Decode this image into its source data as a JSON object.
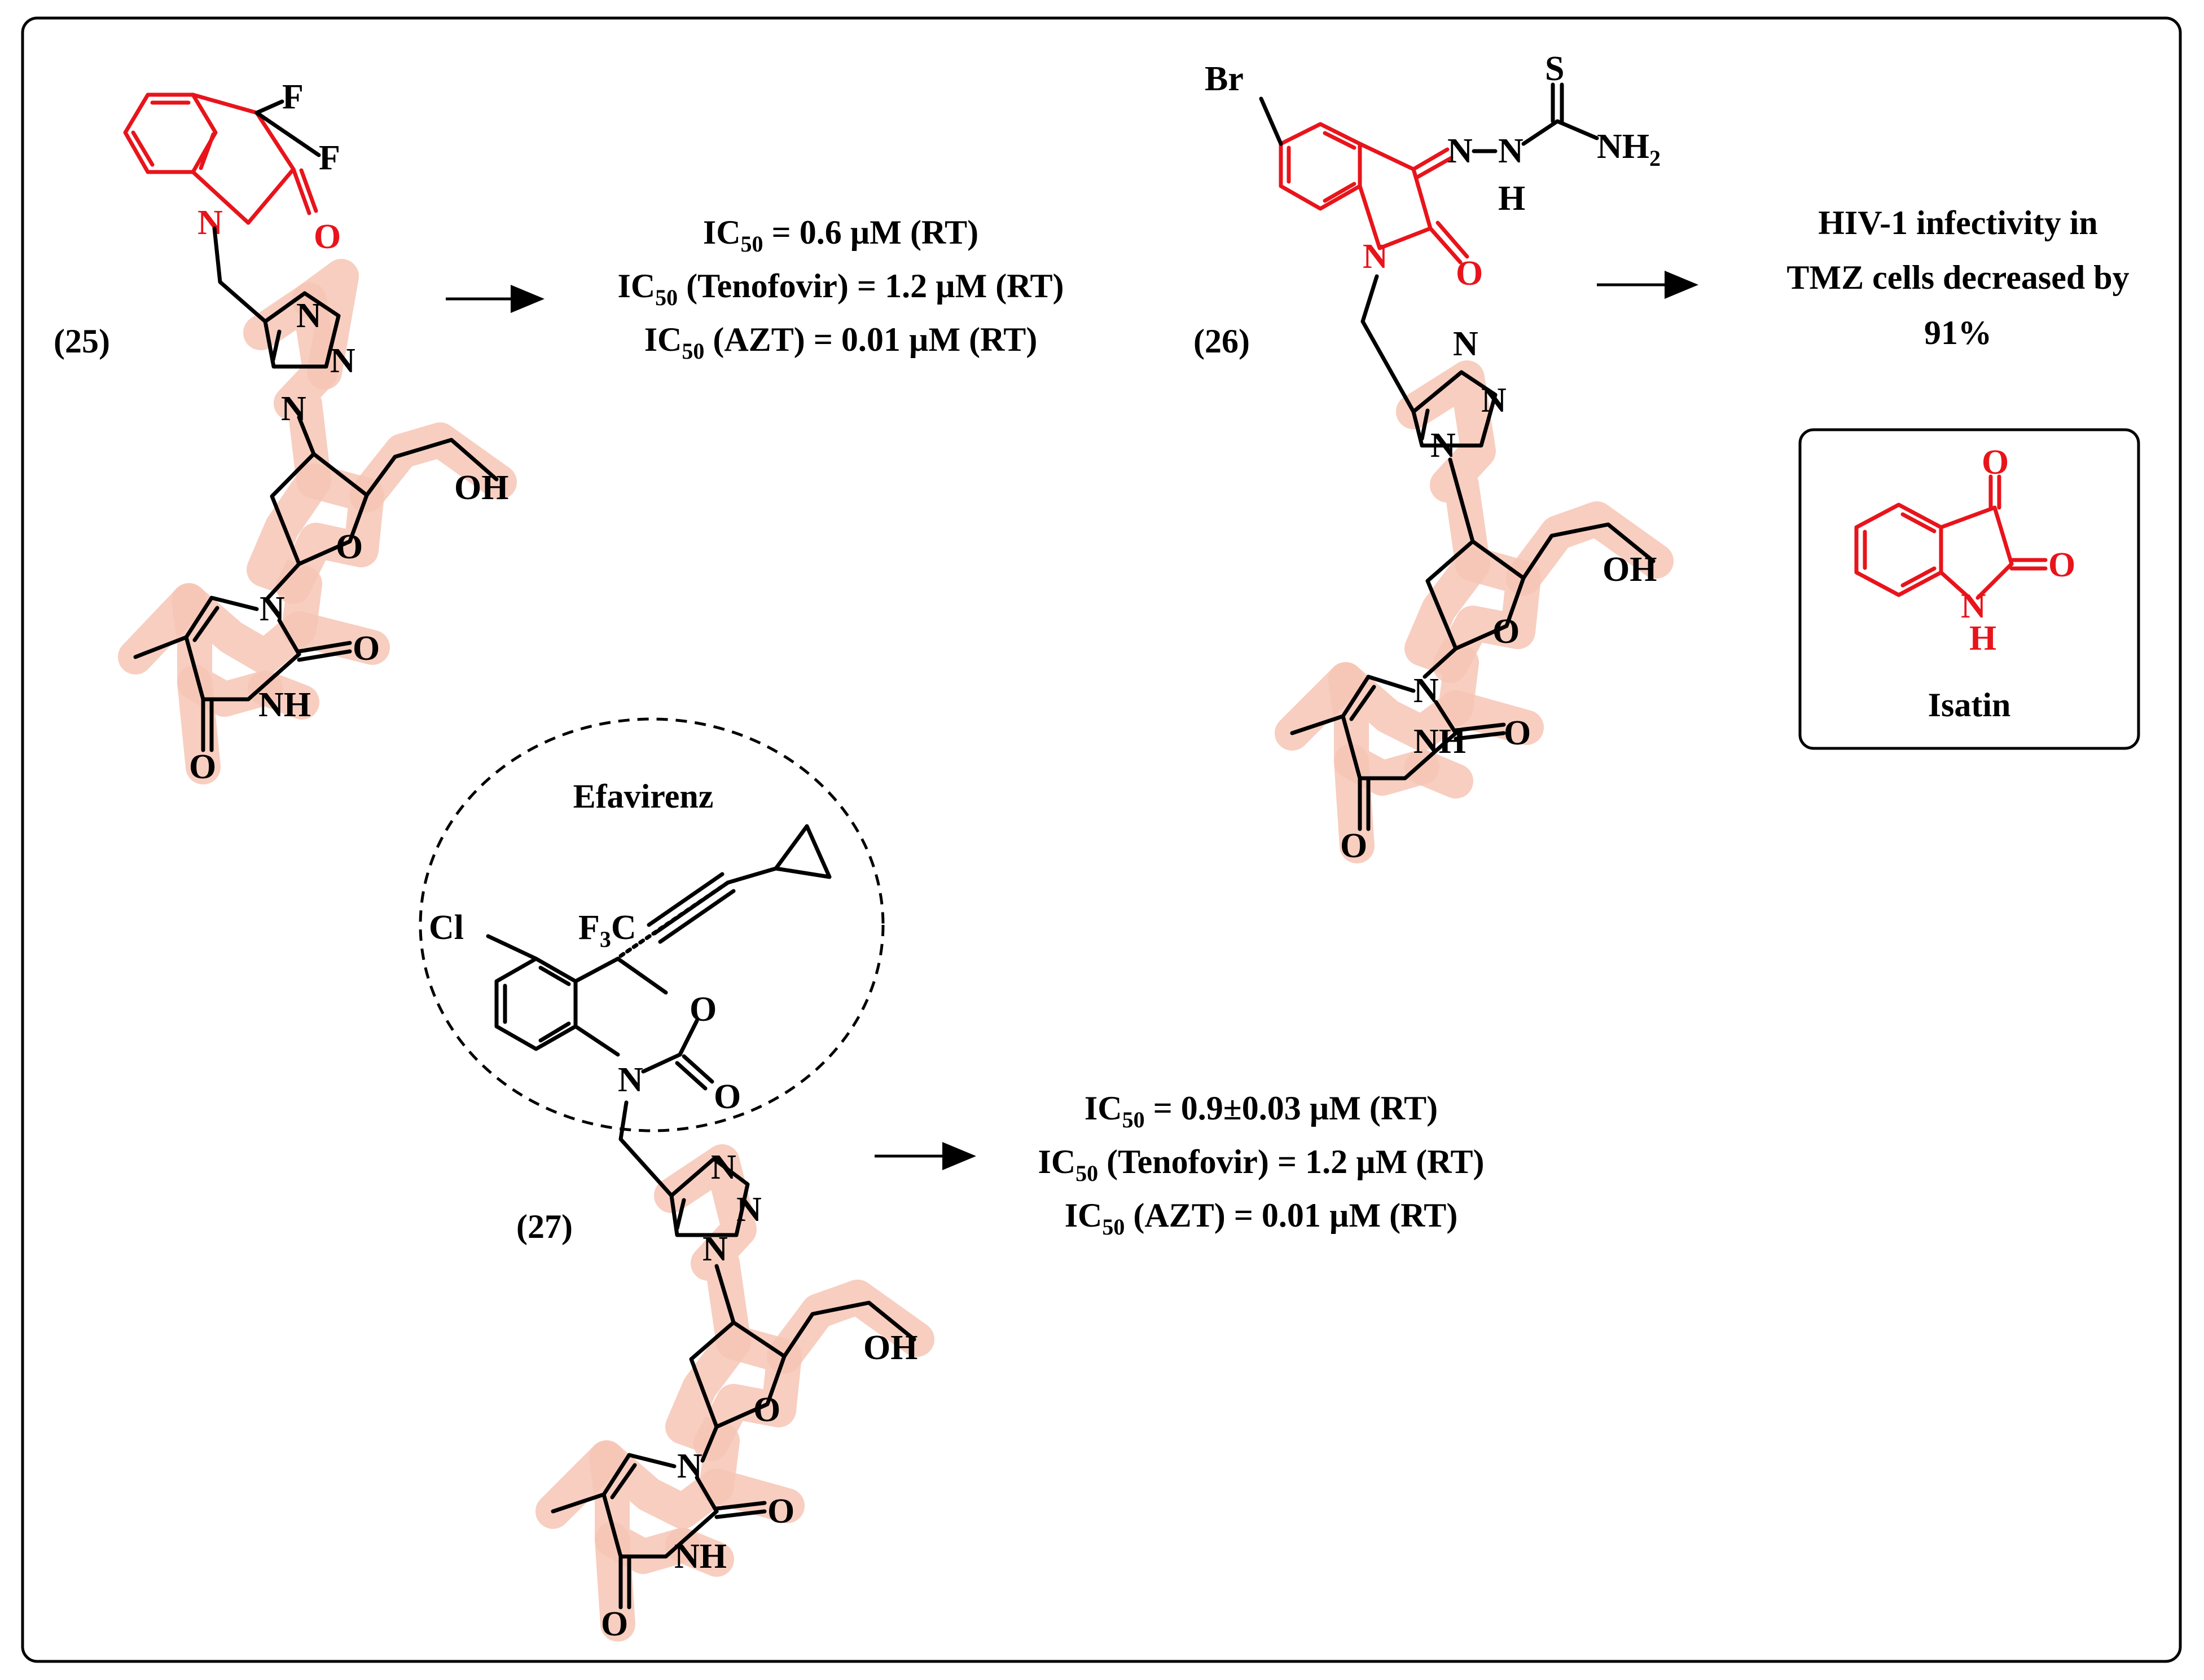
{
  "compounds": [
    {
      "id": "(25)",
      "results": [
        {
          "main": "IC",
          "sub": "50",
          "rest": " = 0.6 µM (RT)"
        },
        {
          "main": "IC",
          "sub": "50",
          "rest": " (Tenofovir) = 1.2 µM (RT)"
        },
        {
          "main": "IC",
          "sub": "50",
          "rest": " (AZT) = 0.01 µM (RT)"
        }
      ]
    },
    {
      "id": "(26)",
      "results": [
        {
          "text": "HIV-1 infectivity in"
        },
        {
          "text": "TMZ cells decreased by"
        },
        {
          "text": "91%"
        }
      ]
    },
    {
      "id": "(27)",
      "results": [
        {
          "main": "IC",
          "sub": "50",
          "rest": " = 0.9±0.03 µM (RT)"
        },
        {
          "main": "IC",
          "sub": "50",
          "rest": " (Tenofovir) = 1.2 µM (RT)"
        },
        {
          "main": "IC",
          "sub": "50",
          "rest": " (AZT) = 0.01 µM (RT)"
        }
      ]
    }
  ],
  "efavirenz_label": "Efavirenz",
  "isatin_label": "Isatin",
  "atoms": {
    "F": "F",
    "O": "O",
    "N": "N",
    "H": "H",
    "OH": "OH",
    "NH": "NH",
    "Br": "Br",
    "S": "S",
    "NH2_main": "NH",
    "NH2_sub": "2",
    "Cl": "Cl",
    "F3C_F": "F",
    "F3C_sub": "3",
    "F3C_C": "C"
  },
  "colors": {
    "isatin_core": "#e8141b",
    "nucleoside_highlight": "#f6c6b5",
    "bond": "#000000"
  }
}
